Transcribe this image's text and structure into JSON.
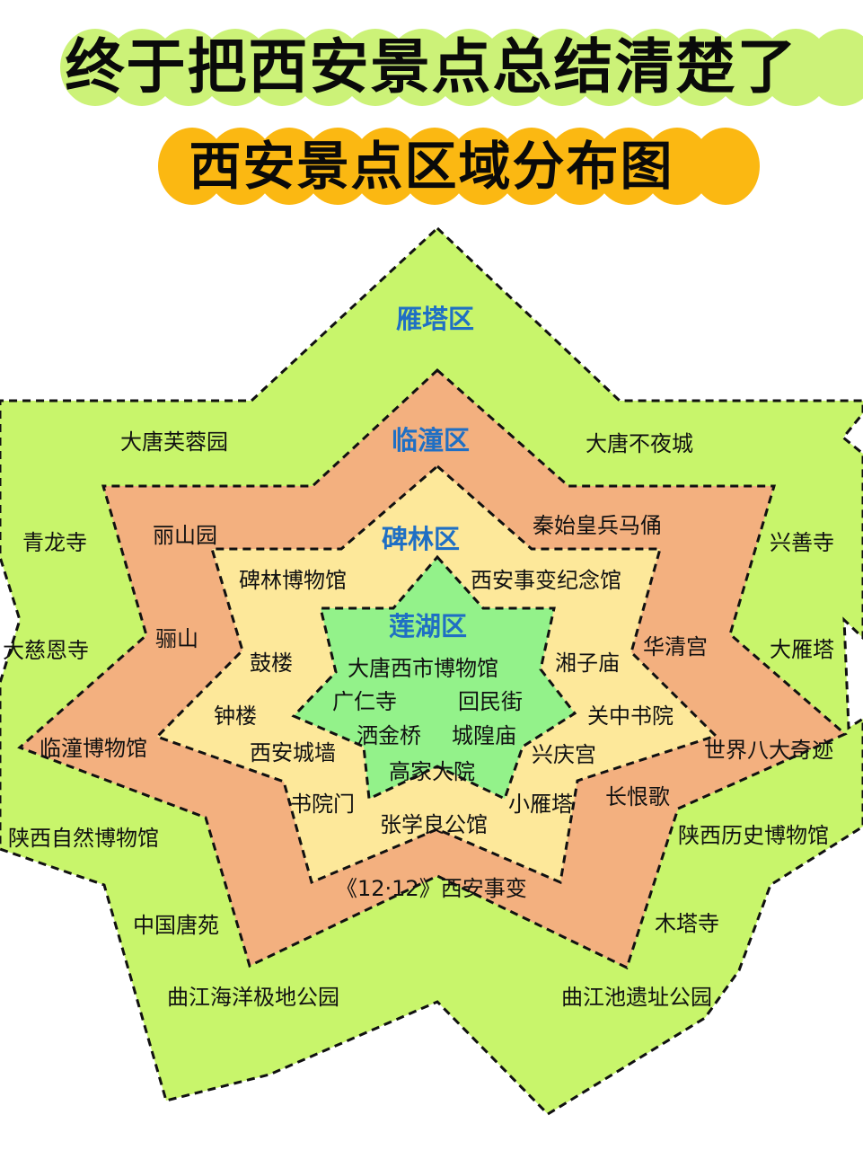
{
  "header": {
    "title": "终于把西安景点总结清楚了",
    "subtitle": "西安景点区域分布图",
    "title_bg_color": "#ccf278",
    "subtitle_bg_color": "#fbb812"
  },
  "colors": {
    "yanta": "#c8f56b",
    "lintong": "#f3b07f",
    "beilin": "#fde89a",
    "lianhu": "#93f28a",
    "district_label": "#1f6fc4",
    "border": "#111111"
  },
  "districts": {
    "yanta": {
      "name": "雁塔区",
      "spots": [
        "大唐芙蓉园",
        "大唐不夜城",
        "青龙寺",
        "兴善寺",
        "大慈恩寺",
        "大雁塔",
        "陕西自然博物馆",
        "陕西历史博物馆",
        "中国唐苑",
        "木塔寺",
        "曲江海洋极地公园",
        "曲江池遗址公园"
      ]
    },
    "lintong": {
      "name": "临潼区",
      "spots": [
        "丽山园",
        "秦始皇兵马俑",
        "骊山",
        "华清宫",
        "临潼博物馆",
        "世界八大奇迹",
        "长恨歌",
        "《12·12》西安事变"
      ]
    },
    "beilin": {
      "name": "碑林区",
      "spots": [
        "碑林博物馆",
        "西安事变纪念馆",
        "鼓楼",
        "湘子庙",
        "钟楼",
        "关中书院",
        "西安城墙",
        "兴庆宫",
        "书院门",
        "小雁塔",
        "张学良公馆"
      ]
    },
    "lianhu": {
      "name": "莲湖区",
      "spots": [
        "大唐西市博物馆",
        "广仁寺",
        "回民街",
        "洒金桥",
        "城隍庙",
        "高家大院"
      ]
    }
  }
}
